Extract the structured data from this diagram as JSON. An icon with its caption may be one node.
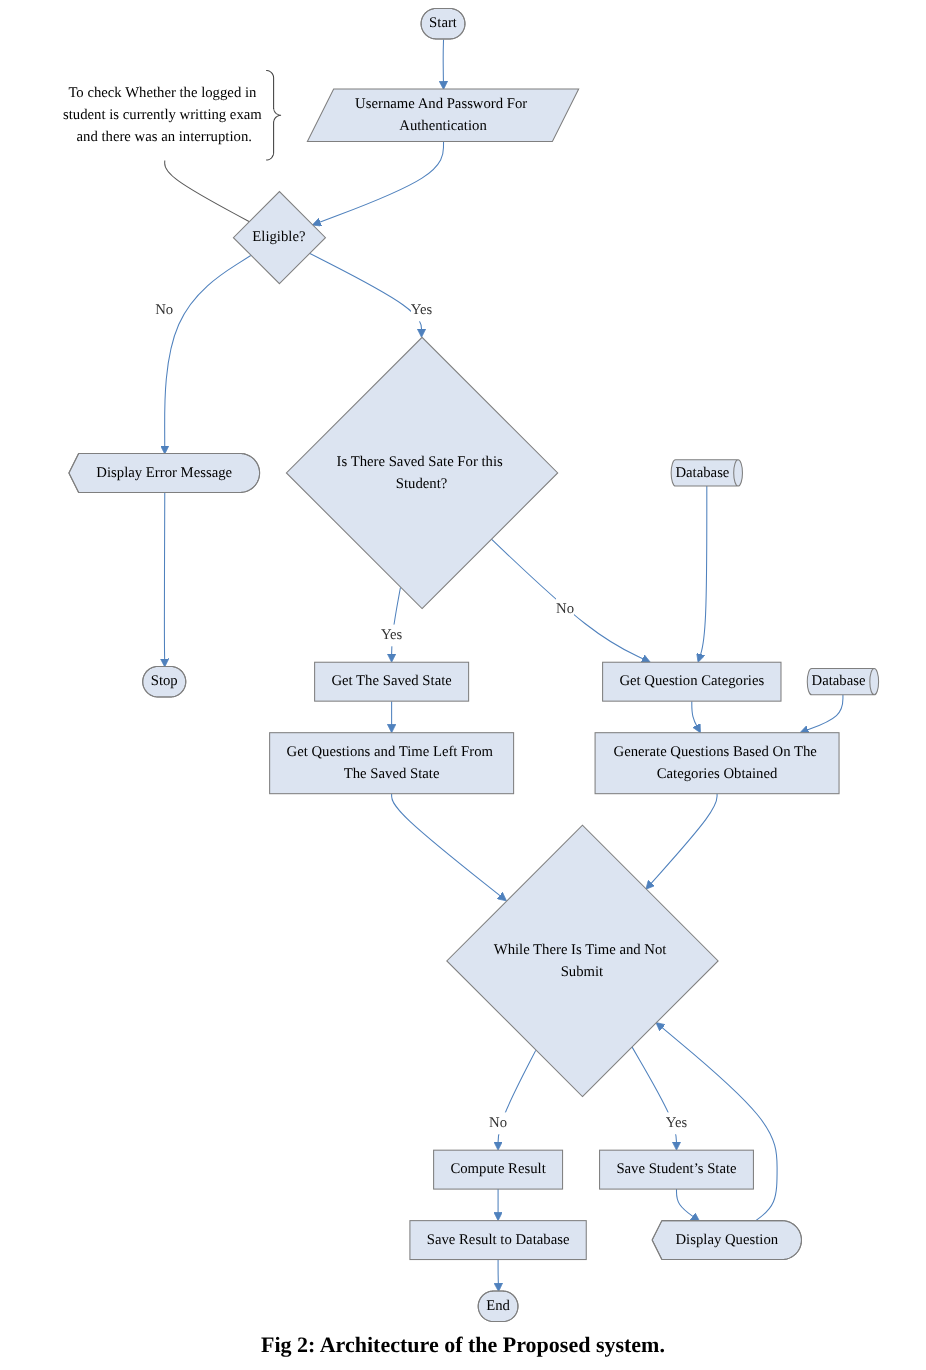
{
  "diagram": {
    "caption": "Fig 2: Architecture of the Proposed system.",
    "nodes": [
      {
        "text": [
          "Start"
        ]
      },
      {
        "text": [
          "To check Whether the logged in student is currently writting exam and there was an interruption."
        ]
      },
      {
        "text": [
          "Username And Password For Authentication"
        ]
      },
      {
        "text": [
          "Eligible?"
        ]
      },
      {
        "text": [
          "Display Error Message"
        ]
      },
      {
        "text": [
          "Stop"
        ]
      },
      {
        "text": [
          "Is There Saved Sate For this Student?"
        ]
      },
      {
        "text": [
          "Get The Saved State"
        ]
      },
      {
        "text": [
          "Database"
        ]
      },
      {
        "text": [
          "Get Question Categories"
        ]
      },
      {
        "text": [
          "Get Questions and Time Left From The Saved State"
        ]
      },
      {
        "text": [
          "Database"
        ]
      },
      {
        "text": [
          "Generate Questions Based On The Categories Obtained"
        ]
      },
      {
        "text": [
          "While There Is Time and Not Submit"
        ]
      },
      {
        "text": [
          "Compute Result"
        ]
      },
      {
        "text": [
          "Save Result to Database"
        ]
      },
      {
        "text": [
          "Save Student’s State"
        ]
      },
      {
        "text": [
          "End"
        ]
      },
      {
        "text": [
          "Display Question"
        ]
      }
    ],
    "edges": [
      {
        "from": 0,
        "to": 2,
        "arrow": "to"
      },
      {
        "from": 1,
        "to": 3,
        "arrow": "none",
        "color": "#595959"
      },
      {
        "from": 2,
        "to": 3,
        "arrow": "to"
      },
      {
        "from": 3,
        "to": 4,
        "arrow": "to",
        "label": "No"
      },
      {
        "from": 3,
        "to": 6,
        "arrow": "to",
        "label": "Yes"
      },
      {
        "from": 4,
        "to": 5,
        "arrow": "to"
      },
      {
        "from": 6,
        "to": 7,
        "arrow": "to",
        "label": "Yes"
      },
      {
        "from": 6,
        "to": 9,
        "arrow": "to",
        "label": "No"
      },
      {
        "from": 8,
        "to": 9,
        "arrow": "to"
      },
      {
        "from": 7,
        "to": 10,
        "arrow": "to"
      },
      {
        "from": 9,
        "to": 12,
        "arrow": "to"
      },
      {
        "from": 11,
        "to": 12,
        "arrow": "to"
      },
      {
        "from": 12,
        "to": 13,
        "arrow": "to"
      },
      {
        "from": 10,
        "to": 13,
        "arrow": "to"
      },
      {
        "from": 13,
        "to": 14,
        "arrow": "to",
        "label": "No"
      },
      {
        "from": 13,
        "to": 16,
        "arrow": "to",
        "label": "Yes"
      },
      {
        "from": 14,
        "to": 15,
        "arrow": "to"
      },
      {
        "from": 15,
        "to": 17,
        "arrow": "to"
      },
      {
        "from": 16,
        "to": 18,
        "arrow": "to"
      },
      {
        "from": 18,
        "to": 13,
        "arrow": "to"
      }
    ]
  }
}
